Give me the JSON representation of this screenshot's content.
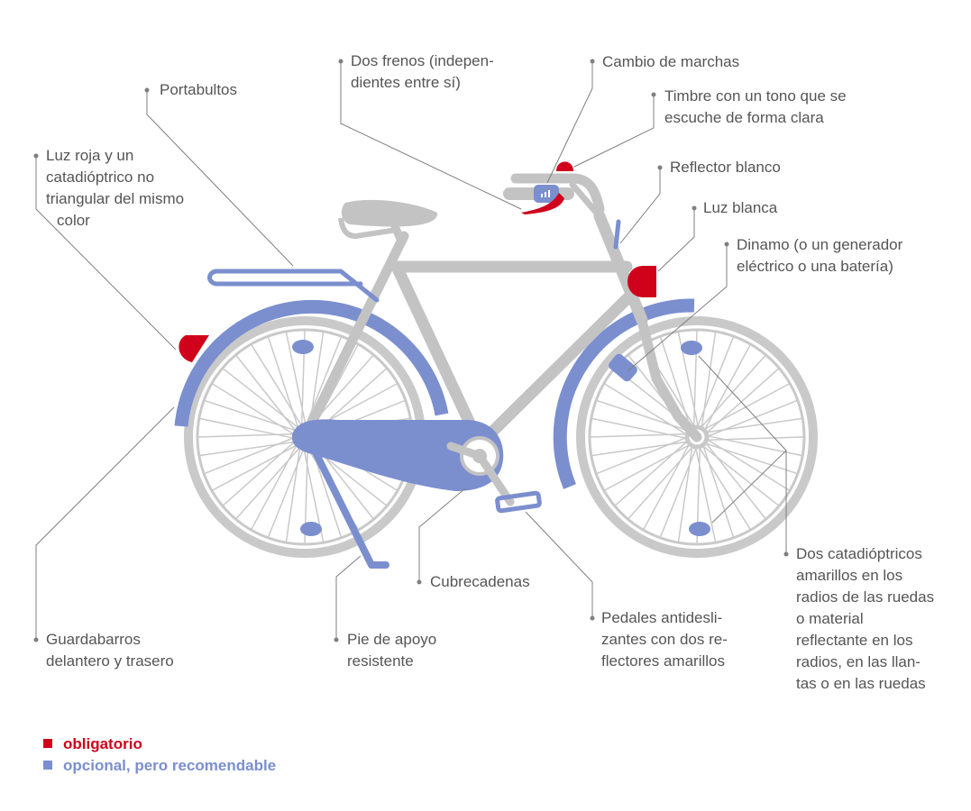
{
  "colors": {
    "frame": "#c3c3c3",
    "wheel": "#c9c9c9",
    "optional": "#7b8fcf",
    "mandatory": "#d0021b",
    "text": "#555555",
    "leader": "#7f7f7f"
  },
  "labels": {
    "portabultos": [
      "Portabultos"
    ],
    "luz_roja": [
      "Luz roja y un",
      "catadióptrico no",
      "triangular del mismo",
      "color"
    ],
    "frenos": [
      "Dos frenos (indepen-",
      "dientes entre sí)"
    ],
    "cambio": [
      "Cambio de marchas"
    ],
    "timbre": [
      "Timbre con un tono que se",
      "escuche de forma clara"
    ],
    "reflector": [
      "Reflector blanco"
    ],
    "luz_blanca": [
      "Luz blanca"
    ],
    "dinamo": [
      "Dinamo (o un generador",
      "eléctrico o una batería)"
    ],
    "catadioptricos": [
      "Dos catadióptricos",
      "amarillos en los",
      "radios de las ruedas",
      "o material",
      "reflectante en los",
      "radios, en las llan-",
      "tas o en las ruedas"
    ],
    "guardabarros": [
      "Guardabarros",
      "delantero y trasero"
    ],
    "pie_apoyo": [
      "Pie de apoyo",
      "resistente"
    ],
    "cubrecadenas": [
      "Cubrecadenas"
    ],
    "pedales": [
      "Pedales antidesli-",
      "zantes con dos re-",
      "flectores amarillos"
    ]
  },
  "legend": {
    "mandatory": "obligatorio",
    "optional": "opcional, pero recomendable"
  }
}
